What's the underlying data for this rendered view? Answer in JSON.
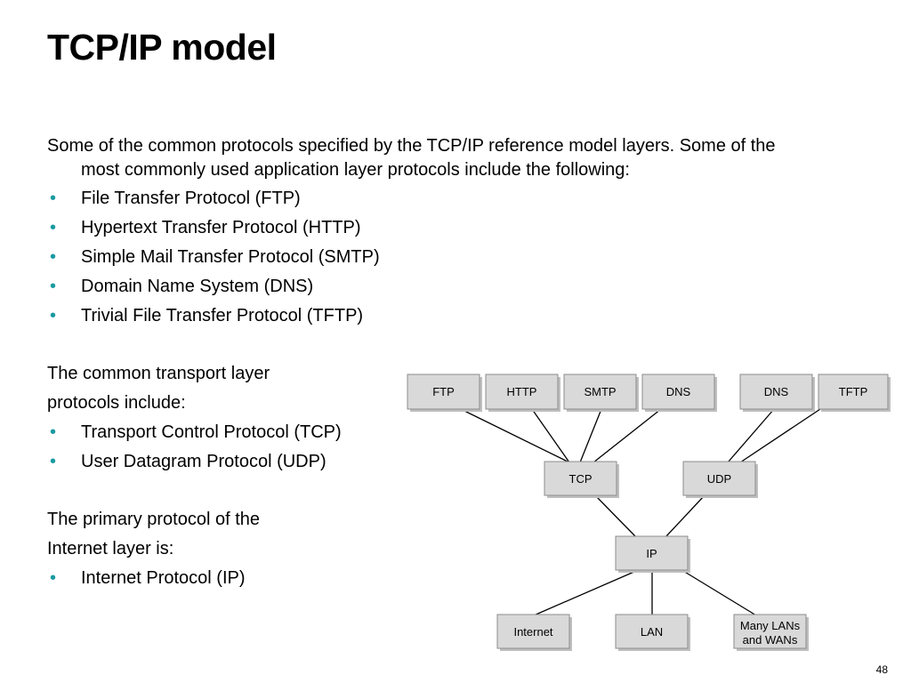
{
  "slide": {
    "title": "TCP/IP model",
    "page_number": "48"
  },
  "intro": {
    "line1": "Some of the common protocols specified by the TCP/IP reference model layers. Some of the",
    "line2": "most commonly used application layer protocols include the following:"
  },
  "application_protocols": [
    "File Transfer Protocol (FTP)",
    "Hypertext Transfer Protocol (HTTP)",
    "Simple Mail Transfer Protocol (SMTP)",
    "Domain Name System (DNS)",
    "Trivial File Transfer Protocol (TFTP)"
  ],
  "transport": {
    "line1": "The common transport layer",
    "line2": "protocols include:",
    "protocols": [
      "Transport Control Protocol (TCP)",
      "User Datagram Protocol (UDP)"
    ]
  },
  "internet": {
    "line1": "The primary protocol of the",
    "line2": "Internet layer is:",
    "protocols": [
      "Internet Protocol (IP)"
    ]
  },
  "bullet_color": "#1a9aa0",
  "diagram": {
    "application": [
      "FTP",
      "HTTP",
      "SMTP",
      "DNS",
      "DNS",
      "TFTP"
    ],
    "transport": [
      "TCP",
      "UDP"
    ],
    "internet": "IP",
    "networks": [
      "Internet",
      "LAN",
      "Many LANs",
      "and WANs"
    ]
  }
}
